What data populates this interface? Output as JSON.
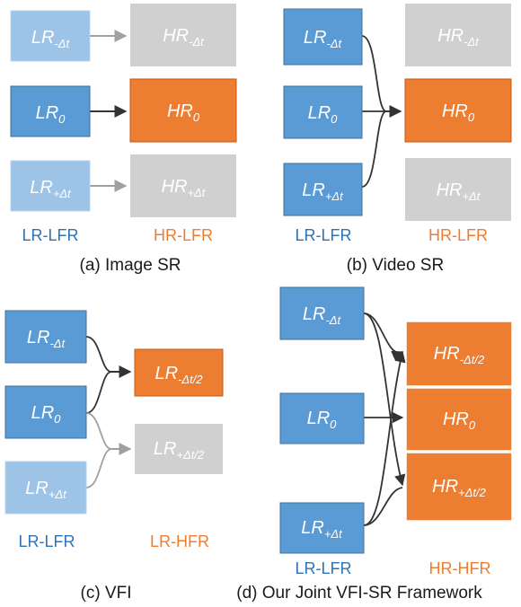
{
  "colors": {
    "lr_blue": "#5b9bd5",
    "lr_blue_border": "#41719c",
    "lr_light": "#9dc3e6",
    "hr_orange": "#ed7d31",
    "gray": "#d0d0d0",
    "text_blue": "#2e74b5",
    "text_orange": "#ed7d31"
  },
  "panel_a": {
    "boxes": [
      {
        "main": "LR",
        "sub": "-Δt"
      },
      {
        "main": "LR",
        "sub": "0"
      },
      {
        "main": "LR",
        "sub": "+Δt"
      },
      {
        "main": "HR",
        "sub": "-Δt"
      },
      {
        "main": "HR",
        "sub": "0"
      },
      {
        "main": "HR",
        "sub": "+Δt"
      }
    ],
    "col_left": "LR-LFR",
    "col_right": "HR-LFR",
    "caption": "(a) Image SR"
  },
  "panel_b": {
    "boxes": [
      {
        "main": "LR",
        "sub": "-Δt"
      },
      {
        "main": "LR",
        "sub": "0"
      },
      {
        "main": "LR",
        "sub": "+Δt"
      },
      {
        "main": "HR",
        "sub": "-Δt"
      },
      {
        "main": "HR",
        "sub": "0"
      },
      {
        "main": "HR",
        "sub": "+Δt"
      }
    ],
    "col_left": "LR-LFR",
    "col_right": "HR-LFR",
    "caption": "(b) Video SR"
  },
  "panel_c": {
    "boxes": [
      {
        "main": "LR",
        "sub": "-Δt"
      },
      {
        "main": "LR",
        "sub": "0"
      },
      {
        "main": "LR",
        "sub": "+Δt"
      },
      {
        "main": "LR",
        "sub": "-Δt/2"
      },
      {
        "main": "LR",
        "sub": "+Δt/2"
      }
    ],
    "col_left": "LR-LFR",
    "col_right": "LR-HFR",
    "caption": "(c) VFI"
  },
  "panel_d": {
    "boxes": [
      {
        "main": "LR",
        "sub": "-Δt"
      },
      {
        "main": "LR",
        "sub": "0"
      },
      {
        "main": "LR",
        "sub": "+Δt"
      },
      {
        "main": "HR",
        "sub": "-Δt/2"
      },
      {
        "main": "HR",
        "sub": "0"
      },
      {
        "main": "HR",
        "sub": "+Δt/2"
      }
    ],
    "col_left": "LR-LFR",
    "col_right": "HR-HFR",
    "caption": "(d) Our Joint VFI-SR Framework"
  }
}
